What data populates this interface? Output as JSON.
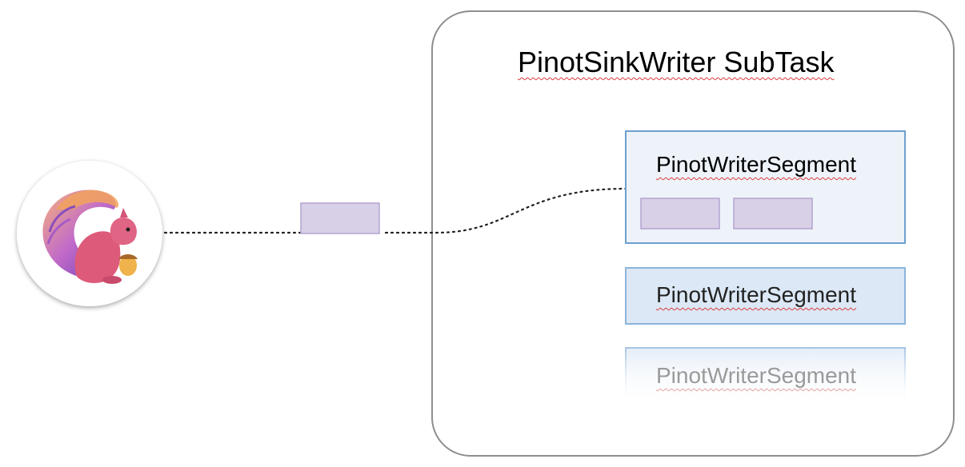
{
  "subtask": {
    "title": "PinotSinkWriter SubTask"
  },
  "segments": [
    {
      "label": "PinotWriterSegment",
      "state": "active"
    },
    {
      "label": "PinotWriterSegment",
      "state": "queued"
    },
    {
      "label": "PinotWriterSegment",
      "state": "faded"
    }
  ],
  "icons": {
    "source": "flink-squirrel-icon"
  },
  "colors": {
    "frame_border": "#8e8e8e",
    "segment_border": "#6d9fcf",
    "segment_fill_active": "#eef3fa",
    "segment_fill_queued": "#dce8f5",
    "record_fill": "#d8d0e6",
    "record_border": "#b3a3d0",
    "spellcheck_underline": "#d93b3b"
  }
}
